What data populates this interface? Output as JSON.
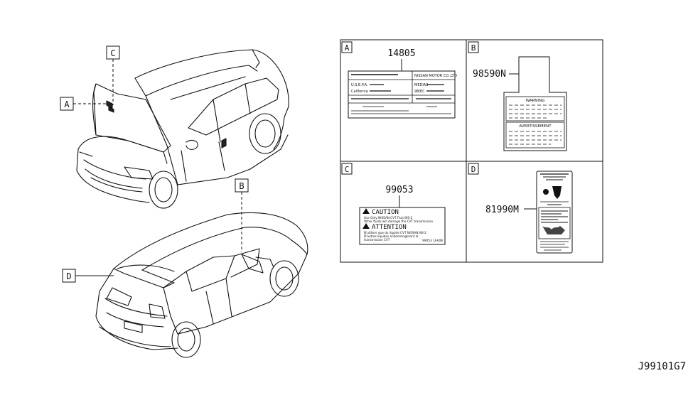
{
  "callouts": {
    "car_front_a": "A",
    "car_front_c": "C",
    "car_rear_b": "B",
    "car_rear_d": "D"
  },
  "panels": [
    {
      "letter": "A",
      "part_number": "14805"
    },
    {
      "letter": "B",
      "part_number": "98590N"
    },
    {
      "letter": "C",
      "part_number": "99053"
    },
    {
      "letter": "D",
      "part_number": "81990M"
    }
  ],
  "label_a": {
    "rows": [
      [
        "NISSAN MOTOR CO.,LTD",
        ""
      ],
      [
        "U.S.E.P.A.",
        "MEDIA3"
      ],
      [
        "California",
        "98/EC"
      ],
      [
        "",
        ""
      ]
    ]
  },
  "label_b": {
    "warning": "WARNING",
    "avertissement": "AVERTISSEMENT"
  },
  "label_c": {
    "caution": "CAUTION",
    "caution_line1": "Use Only NISSAN CVT Fluid NS-2",
    "caution_line2": "Other fluids will damage the CVT transmission",
    "attention": "ATTENTION",
    "attention_line1": "N'utiliser que du liquide CVT NISSAN NS-2",
    "attention_line2": "D'autres liquides endommageront la",
    "attention_line3": "transmission CVT",
    "code": "99053 1AA0B"
  },
  "diagram_code": "J99101G7"
}
